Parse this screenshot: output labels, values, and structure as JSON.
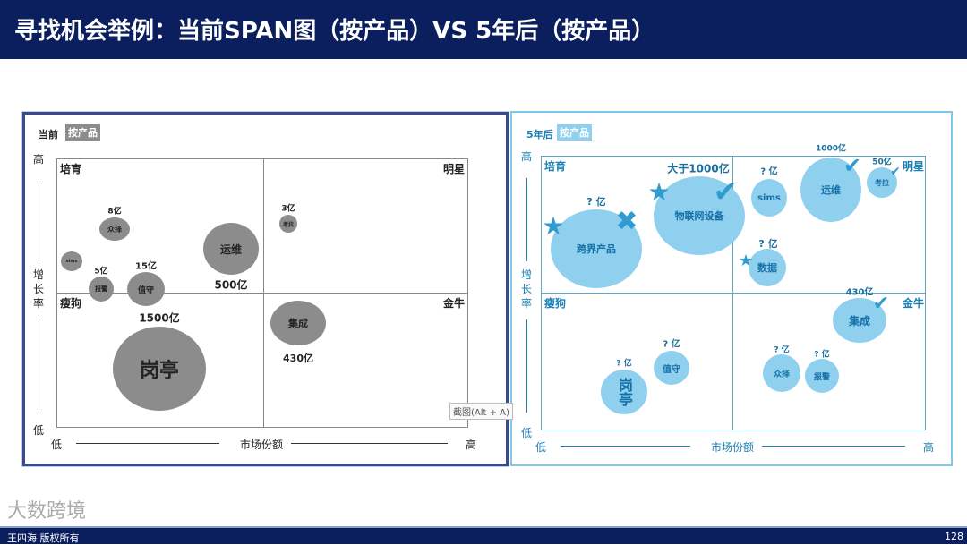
{
  "header": {
    "title": "寻找机会举例：当前SPAN图（按产品）VS 5年后（按产品）"
  },
  "chart_data": [
    {
      "type": "scatter",
      "subtype": "bubble",
      "title_prefix": "当前",
      "title_tag": "按产品",
      "xlabel": "市场份额",
      "ylabel": "增长率",
      "x_low": "低",
      "x_high": "高",
      "y_low": "低",
      "y_high": "高",
      "quadrants": {
        "top_left": "培育",
        "top_right": "明星",
        "bottom_left": "瘦狗",
        "bottom_right": "金牛"
      },
      "bubble_color": "#8c8c8c",
      "bubbles": [
        {
          "name": "众择",
          "value": "8亿",
          "quadrant": "培育"
        },
        {
          "name": "sims",
          "value": "",
          "quadrant": "培育"
        },
        {
          "name": "报警",
          "value": "5亿",
          "quadrant": "培育"
        },
        {
          "name": "值守",
          "value": "15亿",
          "quadrant": "培育"
        },
        {
          "name": "运维",
          "value": "500亿",
          "quadrant": "培育"
        },
        {
          "name": "考拉",
          "value": "3亿",
          "quadrant": "明星"
        },
        {
          "name": "集成",
          "value": "430亿",
          "quadrant": "金牛"
        },
        {
          "name": "岗亭",
          "value": "1500亿",
          "quadrant": "瘦狗"
        }
      ]
    },
    {
      "type": "scatter",
      "subtype": "bubble",
      "title_prefix": "5年后",
      "title_tag": "按产品",
      "xlabel": "市场份额",
      "ylabel": "增长率",
      "x_low": "低",
      "x_high": "高",
      "y_low": "低",
      "y_high": "高",
      "quadrants": {
        "top_left": "培育",
        "top_right": "明星",
        "bottom_left": "瘦狗",
        "bottom_right": "金牛"
      },
      "bubble_color": "#8fd0ef",
      "bubbles": [
        {
          "name": "跨界产品",
          "value": "? 亿",
          "quadrant": "培育",
          "markers": [
            "star",
            "cross"
          ]
        },
        {
          "name": "物联网设备",
          "value": "大于1000亿",
          "quadrant": "培育",
          "markers": [
            "star",
            "check"
          ]
        },
        {
          "name": "sims",
          "value": "? 亿",
          "quadrant": "明星"
        },
        {
          "name": "运维",
          "value": "1000亿",
          "quadrant": "明星",
          "markers": [
            "check"
          ]
        },
        {
          "name": "考拉",
          "value": "50亿",
          "quadrant": "明星",
          "markers": [
            "check"
          ]
        },
        {
          "name": "数据",
          "value": "? 亿",
          "quadrant": "明星",
          "markers": [
            "star"
          ]
        },
        {
          "name": "集成",
          "value": "430亿",
          "quadrant": "金牛",
          "markers": [
            "check"
          ]
        },
        {
          "name": "众择",
          "value": "? 亿",
          "quadrant": "金牛"
        },
        {
          "name": "报警",
          "value": "? 亿",
          "quadrant": "金牛"
        },
        {
          "name": "值守",
          "value": "? 亿",
          "quadrant": "瘦狗"
        },
        {
          "name": "岗亭",
          "value": "? 亿",
          "quadrant": "瘦狗"
        }
      ]
    }
  ],
  "tooltip": "截图(Alt + A)",
  "footer": {
    "text": "王四海 版权所有",
    "page": "128",
    "watermark": "大数跨境"
  }
}
